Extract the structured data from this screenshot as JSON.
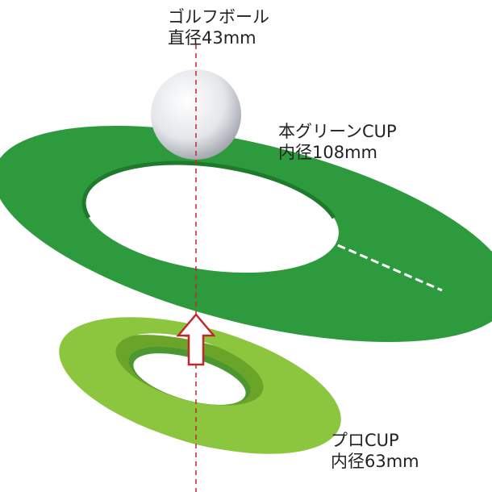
{
  "ball": {
    "name": "ゴルフボール",
    "spec": "直径43mm"
  },
  "green_cup": {
    "name": "本グリーンCUP",
    "spec": "内径108mm"
  },
  "pro_cup": {
    "name": "プロCUP",
    "spec": "内径63mm"
  },
  "colors": {
    "green_cup": "#2e9a3e",
    "pro_cup": "#8cc63f",
    "center_line": "#c0272d",
    "arrow": "#c0272d"
  }
}
